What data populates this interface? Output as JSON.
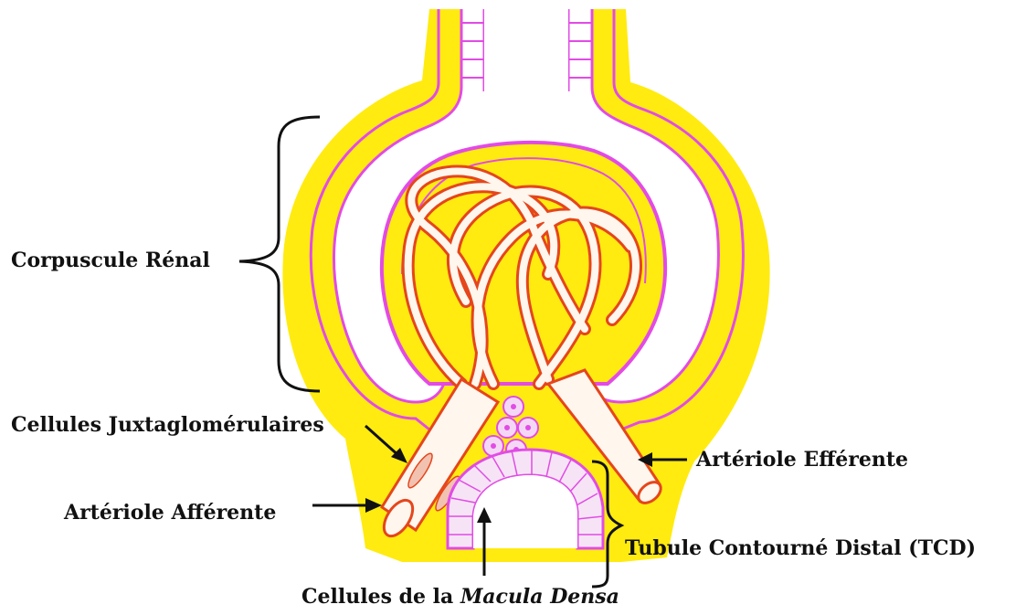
{
  "labels": {
    "corpuscule": "Corpuscule Rénal",
    "juxta": "Cellules Juxtaglomérulaires",
    "afferente": "Artériole Afférente",
    "efferente": "Artériole Efférente",
    "tcd": "Tubule Contourné Distal (TCD)",
    "macula_prefix": "Cellules de la ",
    "macula_italic": "Macula Densa"
  },
  "colors": {
    "interstitium": "#ffeb0f",
    "epithelium": "#e24be5",
    "vessel": "#e5461c",
    "arrow": "#111111"
  }
}
